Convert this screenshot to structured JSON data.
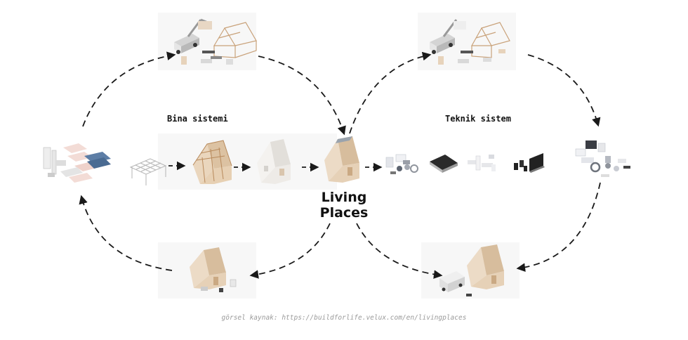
{
  "labels": {
    "building_system": "Bina sistemi",
    "technical_system": "Teknik sistem",
    "center_line1": "Living",
    "center_line2": "Places"
  },
  "caption": "görsel kaynak: https://buildforlife.velux.com/en/livingplaces",
  "colors": {
    "wood": "#e7d3bb",
    "wood_dark": "#cfb394",
    "frame": "#c9a27a",
    "white_house": "#f1efec",
    "pink": "#f3dcd6",
    "blue": "#5d7ea6",
    "dark": "#2a2a2a",
    "gray": "#c9ccd3",
    "arrow": "#1a1a1a"
  },
  "icons": [
    "construction-machinery-icon",
    "building-materials-icon",
    "timber-frame-icon",
    "framed-house-icon",
    "finished-house-icon",
    "living-places-house-icon",
    "technical-components-icon",
    "solar-panel-icon",
    "ventilation-parts-icon",
    "electronics-icon",
    "collected-technical-parts-icon",
    "delivery-van-house-icon",
    "disassembled-house-icon"
  ]
}
